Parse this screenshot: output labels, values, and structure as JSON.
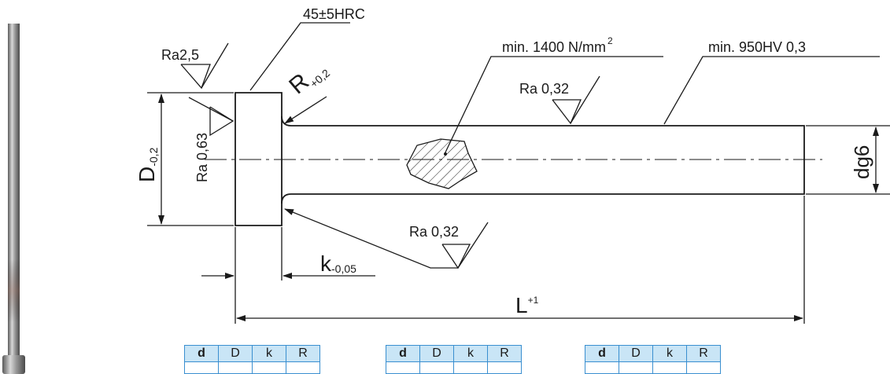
{
  "diagram": {
    "hardness_head": "45±5HRC",
    "ra_head_top": "Ra2,5",
    "ra_head_face": "Ra 0,63",
    "radius_label": "R",
    "radius_tol": "+0,2",
    "tensile_label": "min. 1400 N/mm",
    "tensile_sup": "2",
    "hardness_surface": "min. 950HV 0,3",
    "ra_shaft_top": "Ra 0,32",
    "ra_shaft_bottom": "Ra 0,32",
    "dim_D": "D",
    "dim_D_tol": "-0,2",
    "dim_d": "dg6",
    "dim_k": "k",
    "dim_k_tol": "-0,05",
    "dim_L": "L",
    "dim_L_tol": "+1"
  },
  "tables": [
    {
      "headers": [
        "d",
        "D",
        "k",
        "R"
      ]
    },
    {
      "headers": [
        "d",
        "D",
        "k",
        "R"
      ]
    },
    {
      "headers": [
        "d",
        "D",
        "k",
        "R"
      ]
    }
  ],
  "colors": {
    "table_border": "#3a8fd0",
    "table_header": "#c9e5f6",
    "line": "#1a1a1a"
  }
}
